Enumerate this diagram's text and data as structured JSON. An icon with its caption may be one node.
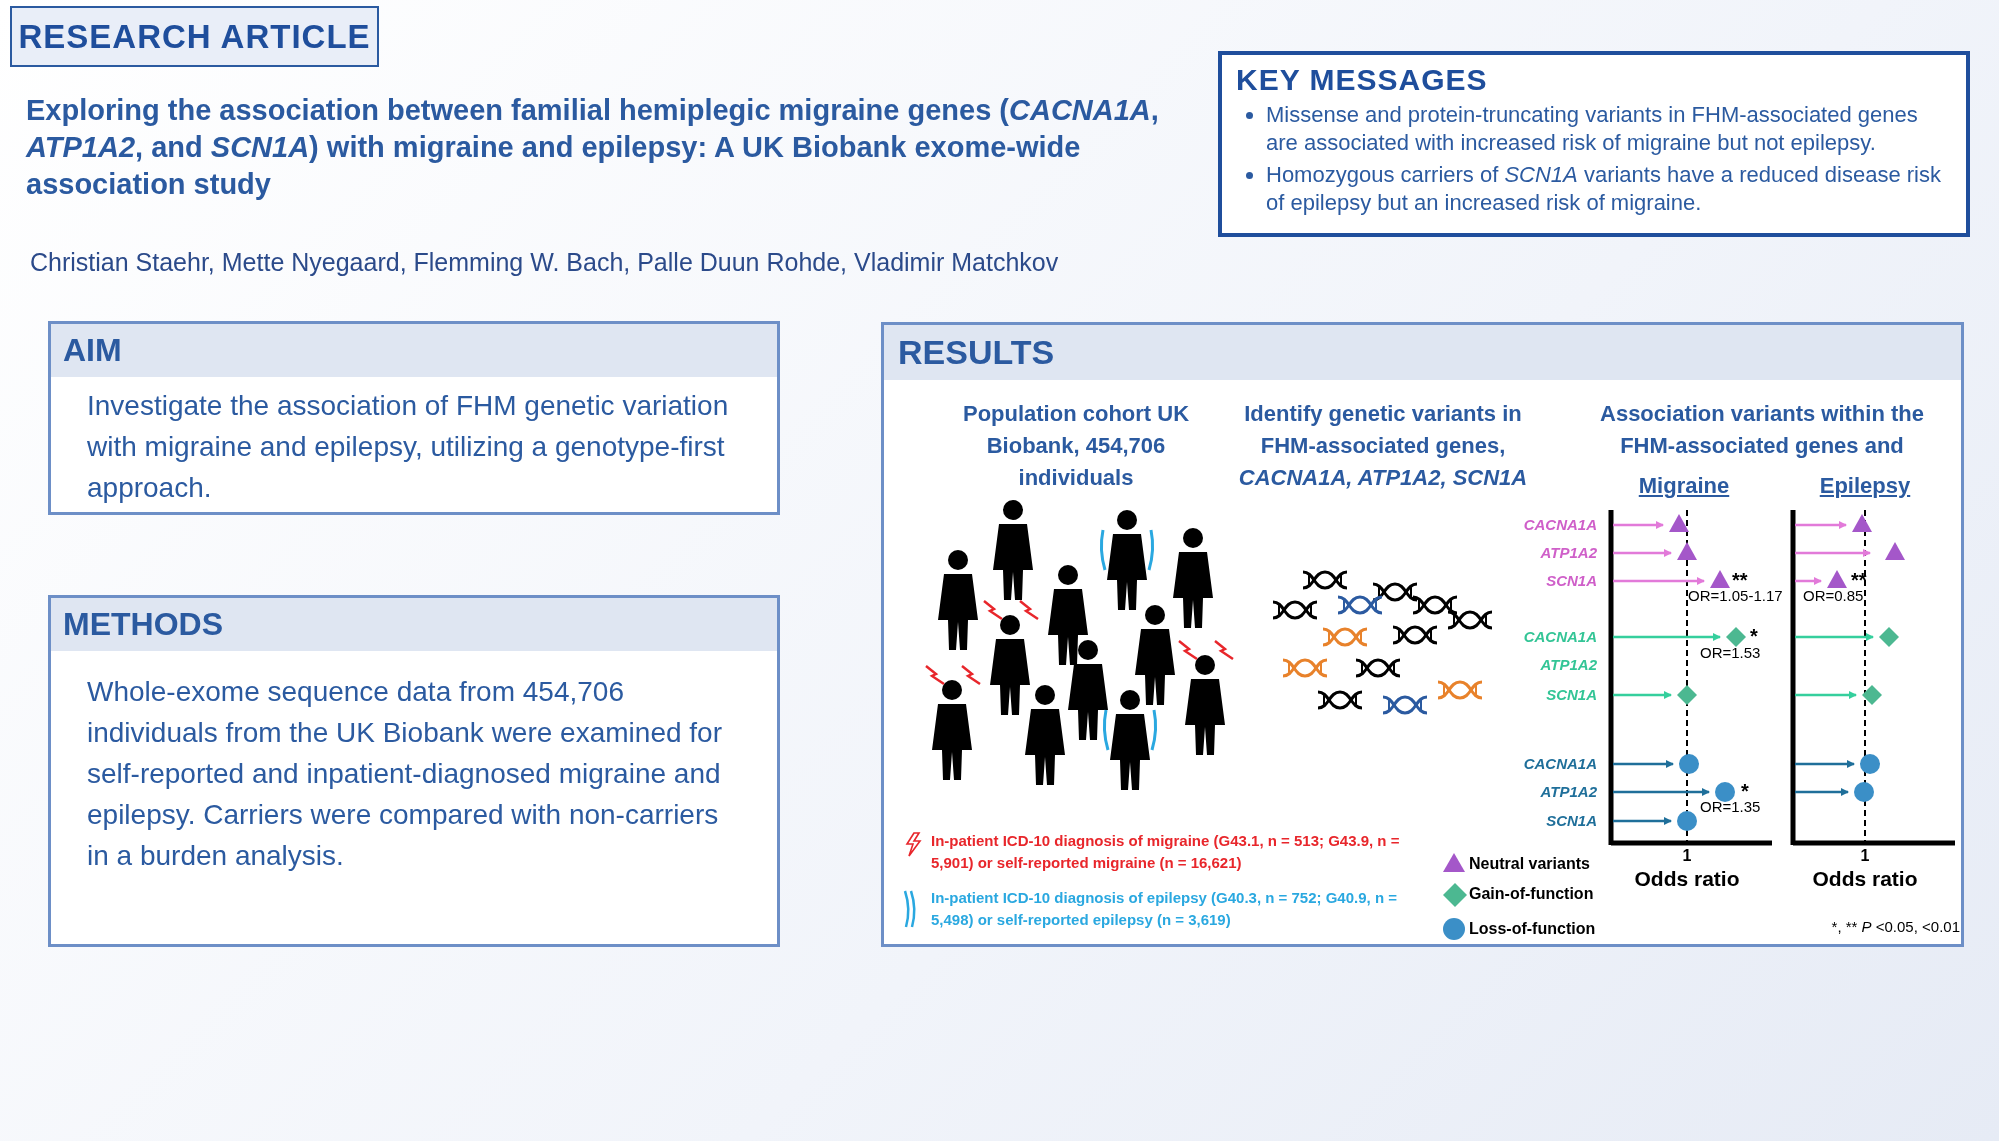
{
  "diagram": {
    "title": "Exploring the association between familial hemiplegic migraine genes (*CACNA1A*, *ATP1A2*, and *SCN1A*) with migraine and epilepsy: A UK Biobank exome-wide association study",
    "nodes": [
      {
        "text": [
          "RESEARCH ARTICLE"
        ]
      },
      {
        "text": [
          "KEY MESSAGES",
          "Missense and protein-truncating variants in FHM-associated genes are associated with increased risk of migraine but not epilepsy.",
          "Homozygous carriers of *SCN1A* variants have a reduced disease risk of epilepsy but an increased risk of migraine."
        ]
      },
      {
        "text": [
          "AIM",
          "Investigate the association of FHM genetic variation with migraine and epilepsy, utilizing a genotype-first approach."
        ]
      },
      {
        "text": [
          "METHODS",
          "Whole-exome sequence data from 454,706 individuals from the UK Biobank were examined for self-reported and inpatient-diagnosed migraine and epilepsy. Carriers were compared with non-carriers in a burden analysis."
        ]
      },
      {
        "text": [
          "RESULTS"
        ]
      }
    ],
    "labels": [
      "Christian Staehr, Mette Nyegaard, Flemming W. Bach, Palle Duun Rohde, Vladimir Matchkov",
      "Population cohort UK Biobank, 454,706 individuals",
      "Identify genetic variants in FHM-associated genes, *CACNA1A, ATP1A2, SCN1A*",
      "Association variants within the FHM-associated genes and",
      "Migraine",
      "Epilepsy",
      "CACNA1A",
      "ATP1A2",
      "SCN1A",
      "CACNA1A",
      "ATP1A2",
      "SCN1A",
      "CACNA1A",
      "ATP1A2",
      "SCN1A",
      "**",
      "OR=1.05-1.17",
      "**",
      "OR=0.85",
      "*",
      "OR=1.53",
      "*",
      "OR=1.35",
      "1",
      "Odds ratio",
      "1",
      "Odds ratio",
      "*, ** *P* <0.05, <0.01"
    ],
    "legend": [
      {
        "text": "In-patient ICD-10 diagnosis of migraine (G43.1, n = 513; G43.9, n = 5,901) or self-reported migraine (n = 16,621)"
      },
      {
        "text": "In-patient ICD-10 diagnosis of epilepsy (G40.3, n = 752; G40.9, n = 5,498) or self-reported epilepsy (n = 3,619)"
      },
      {
        "text": "Neutral variants"
      },
      {
        "text": "Gain-of-function"
      },
      {
        "text": "Loss-of-function"
      }
    ]
  }
}
